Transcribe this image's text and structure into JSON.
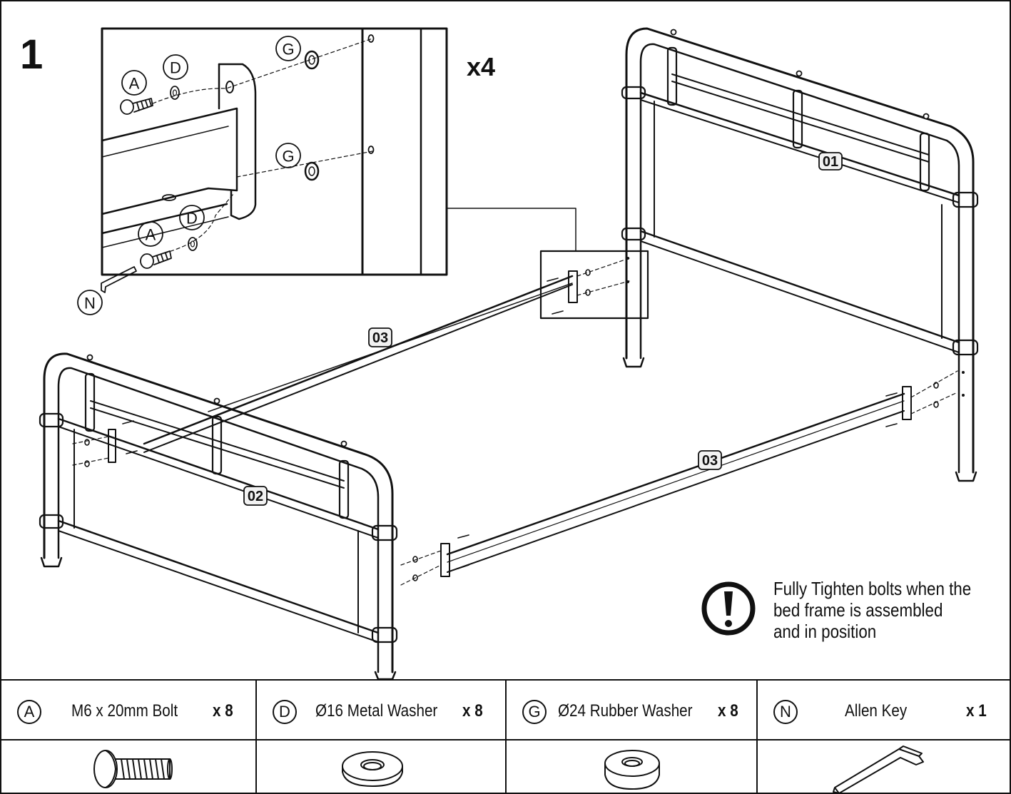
{
  "step": {
    "number": "1",
    "multiplier": "x4"
  },
  "callouts": {
    "A": "A",
    "D": "D",
    "G": "G",
    "N": "N"
  },
  "part_labels": {
    "headboard": "01",
    "footboard": "02",
    "rail": "03"
  },
  "note": {
    "icon": "exclamation-icon",
    "text": "Fully Tighten bolts when the\nbed frame is assembled\nand in position"
  },
  "parts": [
    {
      "letter": "A",
      "name": "M6 x 20mm Bolt",
      "qty": "x 8",
      "icon": "bolt-icon"
    },
    {
      "letter": "D",
      "name": "Ø16 Metal Washer",
      "qty": "x 8",
      "icon": "metal-washer-icon"
    },
    {
      "letter": "G",
      "name": "Ø24 Rubber Washer",
      "qty": "x 8",
      "icon": "rubber-washer-icon"
    },
    {
      "letter": "N",
      "name": "Allen Key",
      "qty": "x 1",
      "icon": "allen-key-icon"
    }
  ],
  "colors": {
    "ink": "#111111",
    "paper": "#ffffff"
  }
}
